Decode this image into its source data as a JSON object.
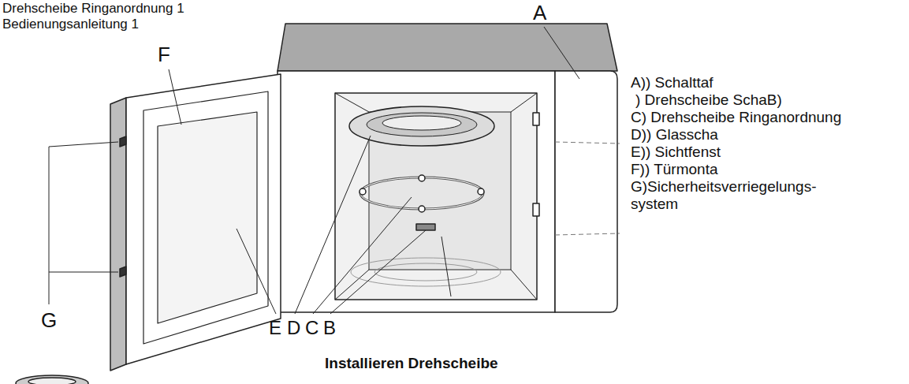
{
  "diagram": {
    "labels": [
      "Drehscheibe Ringanordnung 1",
      "Bedienungsanleitung 1",
      "A",
      "F",
      "G",
      "E",
      "D",
      "C",
      "B",
      "A)) Schalttaf",
      ") Drehscheibe SchaB)",
      "C) Drehscheibe Ringanordnung",
      "D)) Glasscha",
      "E)) Sichtfenst",
      "F)) Türmonta",
      "G)Sicherheitsverriegelungs- system",
      "Installieren Drehscheibe"
    ]
  }
}
